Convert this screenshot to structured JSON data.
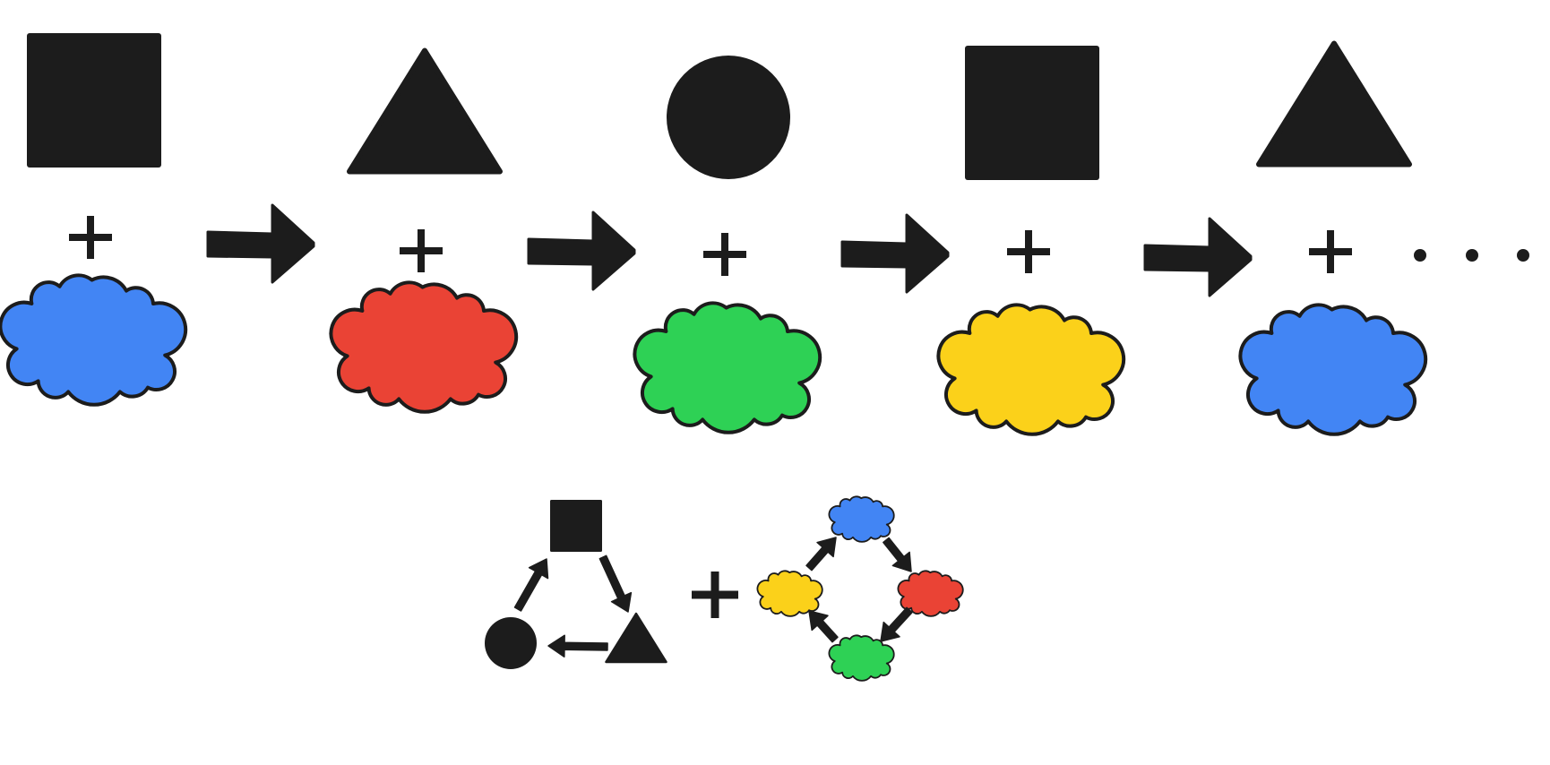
{
  "colors": {
    "ink": "#1c1c1c",
    "blue": "#4285f4",
    "red": "#ea4335",
    "green": "#2ed155",
    "yellow": "#fbd11a",
    "background": "#ffffff"
  },
  "sequence": [
    {
      "shape": "square",
      "cloud": "blue"
    },
    {
      "shape": "triangle",
      "cloud": "red"
    },
    {
      "shape": "circle",
      "cloud": "green"
    },
    {
      "shape": "square",
      "cloud": "yellow"
    },
    {
      "shape": "triangle",
      "cloud": "blue"
    }
  ],
  "operator": "+",
  "continuation": "...",
  "shape_cycle": [
    "square",
    "triangle",
    "circle"
  ],
  "color_cycle": [
    "blue",
    "red",
    "green",
    "yellow"
  ],
  "icons": {
    "arrow": "arrow-right-icon",
    "plus": "plus-icon",
    "ellipsis": "ellipsis-icon"
  }
}
